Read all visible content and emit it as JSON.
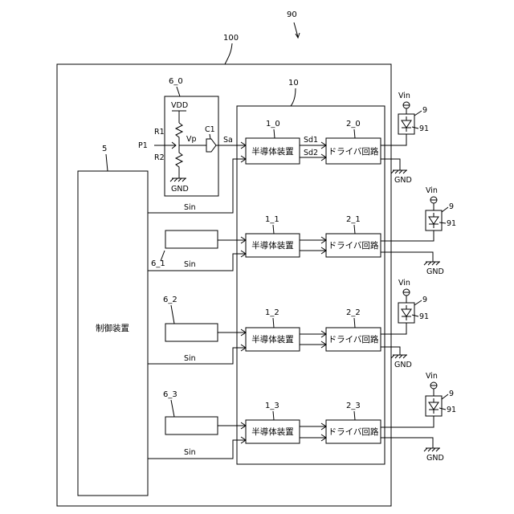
{
  "refs": {
    "system": "90",
    "outer_box": "100",
    "semiconductor_group": "10",
    "controller": "5",
    "sensor_0": "6_0",
    "sensor_1": "6_1",
    "sensor_2": "6_2",
    "sensor_3": "6_3",
    "lamp": "9",
    "lamp_diode": "91"
  },
  "controller": {
    "label": "制御装置"
  },
  "channels": [
    {
      "semi_ref": "1_0",
      "driver_ref": "2_0"
    },
    {
      "semi_ref": "1_1",
      "driver_ref": "2_1"
    },
    {
      "semi_ref": "1_2",
      "driver_ref": "2_2"
    },
    {
      "semi_ref": "1_3",
      "driver_ref": "2_3"
    }
  ],
  "semi_label": "半導体装置",
  "driver_label": "ドライバ回路",
  "signals": {
    "sin": "Sin",
    "sa": "Sa",
    "sd1": "Sd1",
    "sd2": "Sd2"
  },
  "sensor_circuit": {
    "vdd": "VDD",
    "gnd": "GND",
    "r1": "R1",
    "r2": "R2",
    "p1": "P1",
    "vp": "Vp",
    "c1": "C1"
  },
  "lamp": {
    "vin": "Vin",
    "gnd": "GND"
  }
}
